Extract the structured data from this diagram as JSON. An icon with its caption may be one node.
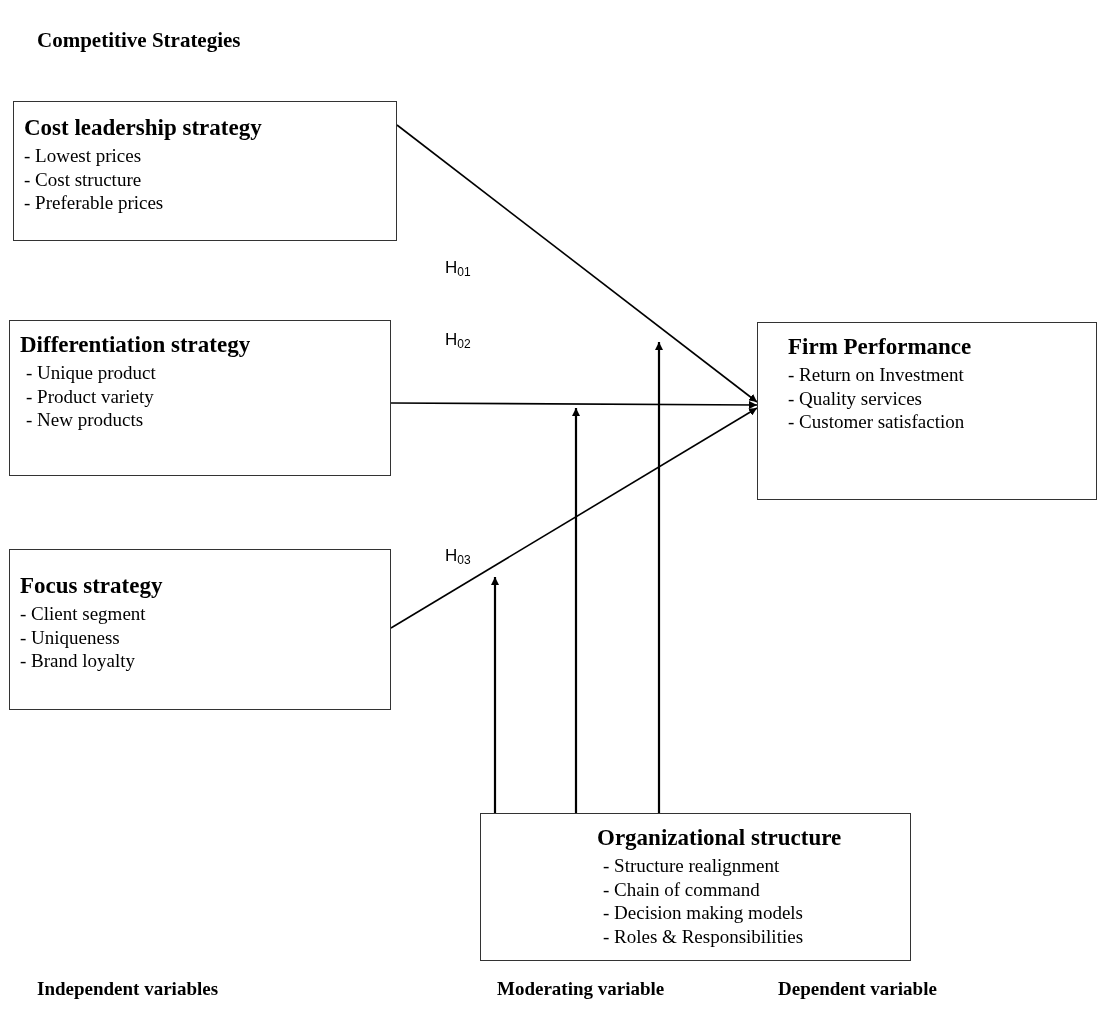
{
  "diagram": {
    "title": "Competitive Strategies",
    "nodes": [
      {
        "text": [
          "Cost leadership strategy",
          "- Lowest prices",
          "- Cost structure",
          "- Preferable prices"
        ]
      },
      {
        "text": [
          "Differentiation strategy",
          "- Unique product",
          "- Product variety",
          "- New products"
        ]
      },
      {
        "text": [
          "Focus strategy",
          "- Client segment",
          "- Uniqueness",
          "- Brand loyalty"
        ]
      },
      {
        "text": [
          "Firm Performance",
          "- Return on Investment",
          "- Quality services",
          "- Customer satisfaction"
        ]
      },
      {
        "text": [
          "Organizational structure",
          "- Structure realignment",
          "- Chain of command",
          "- Decision making models",
          "- Roles & Responsibilities"
        ]
      }
    ],
    "edges": [
      {
        "from": 0,
        "to": 3,
        "arrow": "to",
        "label": "H$_{01}$"
      },
      {
        "from": 1,
        "to": 3,
        "arrow": "to",
        "label": "H$_{02}$"
      },
      {
        "from": 2,
        "to": 3,
        "arrow": "to",
        "label": "H$_{03}$"
      },
      {
        "from": 4,
        "to": null,
        "arrow": "to"
      },
      {
        "from": 4,
        "to": null,
        "arrow": "to"
      },
      {
        "from": 4,
        "to": null,
        "arrow": "to"
      }
    ],
    "labels": [
      "Independent variables",
      "Moderating variable",
      "Dependent variable"
    ]
  }
}
